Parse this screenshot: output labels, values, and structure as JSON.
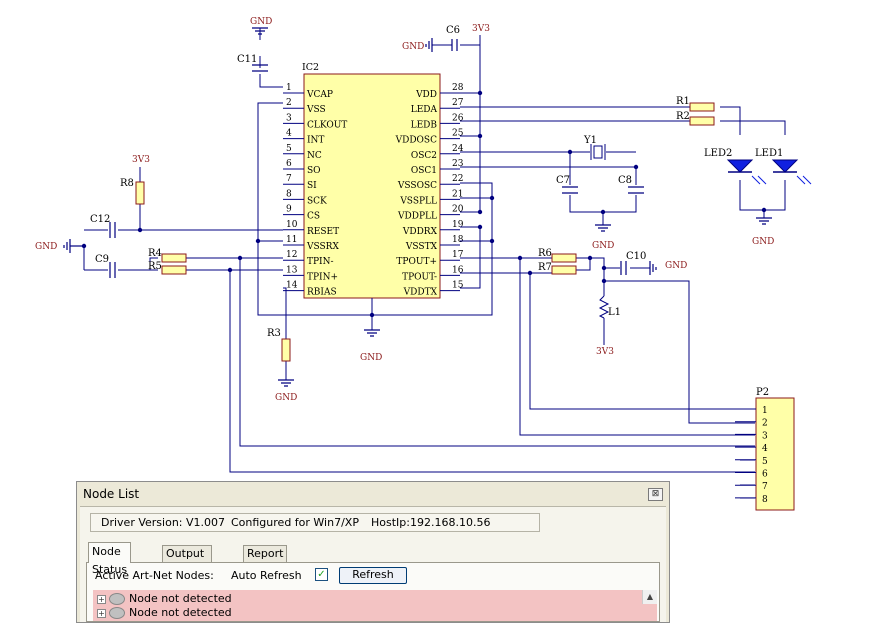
{
  "schematic": {
    "ic": {
      "ref": "IC2",
      "left_pins": [
        {
          "num": "1",
          "name": "VCAP"
        },
        {
          "num": "2",
          "name": "VSS"
        },
        {
          "num": "3",
          "name": "CLKOUT"
        },
        {
          "num": "4",
          "name": "INT"
        },
        {
          "num": "5",
          "name": "NC"
        },
        {
          "num": "6",
          "name": "SO"
        },
        {
          "num": "7",
          "name": "SI"
        },
        {
          "num": "8",
          "name": "SCK"
        },
        {
          "num": "9",
          "name": "CS"
        },
        {
          "num": "10",
          "name": "RESET"
        },
        {
          "num": "11",
          "name": "VSSRX"
        },
        {
          "num": "12",
          "name": "TPIN-"
        },
        {
          "num": "13",
          "name": "TPIN+"
        },
        {
          "num": "14",
          "name": "RBIAS"
        }
      ],
      "right_pins": [
        {
          "num": "28",
          "name": "VDD"
        },
        {
          "num": "27",
          "name": "LEDA"
        },
        {
          "num": "26",
          "name": "LEDB"
        },
        {
          "num": "25",
          "name": "VDDOSC"
        },
        {
          "num": "24",
          "name": "OSC2"
        },
        {
          "num": "23",
          "name": "OSC1"
        },
        {
          "num": "22",
          "name": "VSSOSC"
        },
        {
          "num": "21",
          "name": "VSSPLL"
        },
        {
          "num": "20",
          "name": "VDDPLL"
        },
        {
          "num": "19",
          "name": "VDDRX"
        },
        {
          "num": "18",
          "name": "VSSTX"
        },
        {
          "num": "17",
          "name": "TPOUT+"
        },
        {
          "num": "16",
          "name": "TPOUT-"
        },
        {
          "num": "15",
          "name": "VDDTX"
        }
      ]
    },
    "labels": {
      "gnd": "GND",
      "v3v3": "3V3",
      "c11": "C11",
      "c6": "C6",
      "c12": "C12",
      "c9": "C9",
      "c7": "C7",
      "c8": "C8",
      "c10": "C10",
      "r1": "R1",
      "r2": "R2",
      "r3": "R3",
      "r4": "R4",
      "r5": "R5",
      "r6": "R6",
      "r7": "R7",
      "r8": "R8",
      "l1": "L1",
      "y1": "Y1",
      "led1": "LED1",
      "led2": "LED2",
      "p2": "P2"
    },
    "connector_pins": [
      "1",
      "2",
      "3",
      "4",
      "5",
      "6",
      "7",
      "8"
    ]
  },
  "window": {
    "title": "Node List",
    "close_glyph": "⊠",
    "driver_version": "Driver Version: V1.007",
    "configured_for": "Configured for Win7/XP",
    "host_ip": "HostIp:192.168.10.56",
    "tabs": [
      {
        "label": "Node Status",
        "active": true
      },
      {
        "label": "Output Routing",
        "active": false
      },
      {
        "label": "Report",
        "active": false
      }
    ],
    "active_nodes_label": "Active Art-Net Nodes:",
    "auto_refresh_label": "Auto Refresh",
    "auto_refresh_checked": true,
    "check_glyph": "✓",
    "refresh_label": "Refresh",
    "nodes": [
      {
        "status": "Node not detected"
      },
      {
        "status": "Node not detected"
      }
    ],
    "scroll_up_glyph": "▲",
    "expander_glyph": "+",
    "colors": {
      "node_error_bg": "#f3c3c3",
      "schematic_pin": "#000080",
      "ic_fill": "#ffffa8",
      "power_label": "#8b1a1a",
      "led_fill": "#1020e0"
    }
  }
}
